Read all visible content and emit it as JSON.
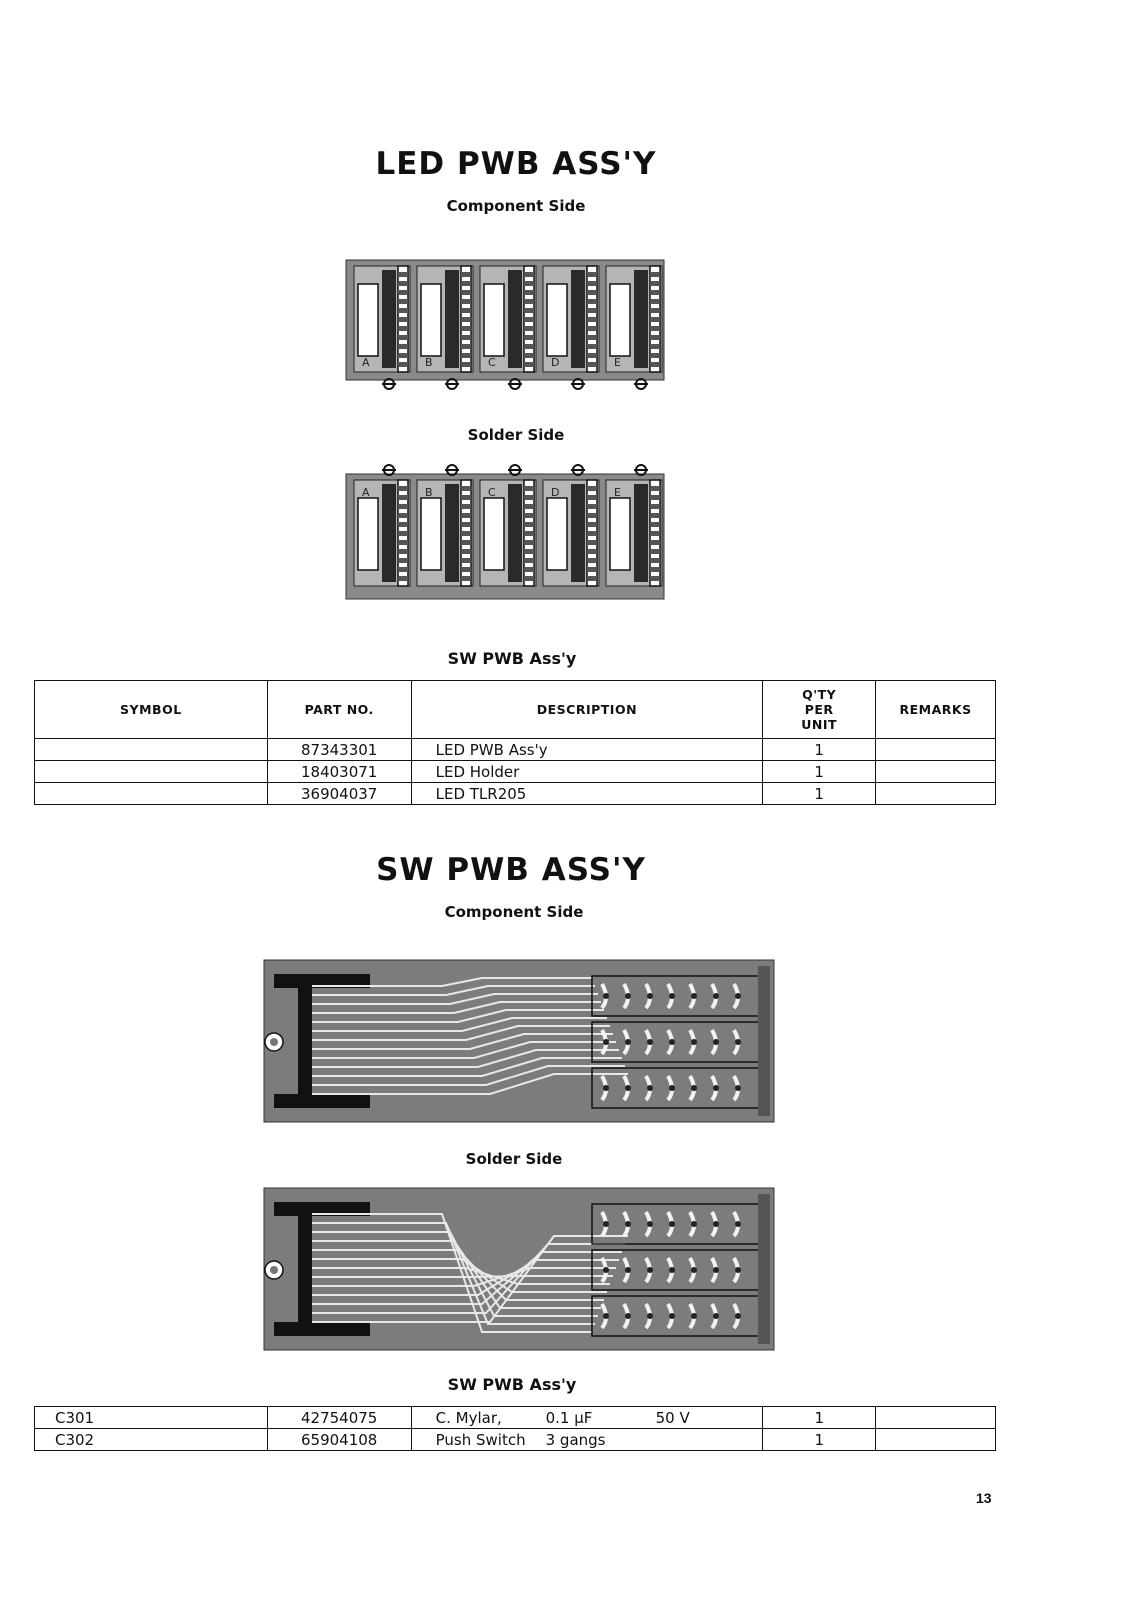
{
  "led_section": {
    "title": "LED PWB ASS'Y",
    "component_side_label": "Component Side",
    "solder_side_label": "Solder Side",
    "module_letters": [
      "A",
      "B",
      "C",
      "D",
      "E"
    ],
    "caption": "SW PWB Ass'y"
  },
  "led_table": {
    "headers": {
      "symbol": "SYMBOL",
      "part_no": "PART NO.",
      "description": "DESCRIPTION",
      "qty_line1": "Q'TY",
      "qty_line2": "PER",
      "qty_line3": "UNIT",
      "remarks": "REMARKS"
    },
    "rows": [
      {
        "symbol": "",
        "part_no": "87343301",
        "description": "LED  PWB  Ass'y",
        "qty": "1",
        "remarks": ""
      },
      {
        "symbol": "",
        "part_no": "18403071",
        "description": "LED  Holder",
        "qty": "1",
        "remarks": ""
      },
      {
        "symbol": "",
        "part_no": "36904037",
        "description": "LED  TLR205",
        "qty": "1",
        "remarks": ""
      }
    ]
  },
  "sw_section": {
    "title": "SW  PWB  ASS'Y",
    "component_side_label": "Component Side",
    "solder_side_label": "Solder Side",
    "caption": "SW PWB Ass'y"
  },
  "sw_table": {
    "rows": [
      {
        "symbol": "C301",
        "part_no": "42754075",
        "description": "C. Mylar,",
        "value": "0.1 μF",
        "voltage": "50 V",
        "qty": "1",
        "remarks": ""
      },
      {
        "symbol": "C302",
        "part_no": "65904108",
        "description": "Push Switch",
        "value": "3 gangs",
        "voltage": "",
        "qty": "1",
        "remarks": ""
      }
    ]
  },
  "page_number": "13",
  "colors": {
    "ink": "#111111",
    "board": "#7f7f7f",
    "paper": "#ffffff"
  }
}
